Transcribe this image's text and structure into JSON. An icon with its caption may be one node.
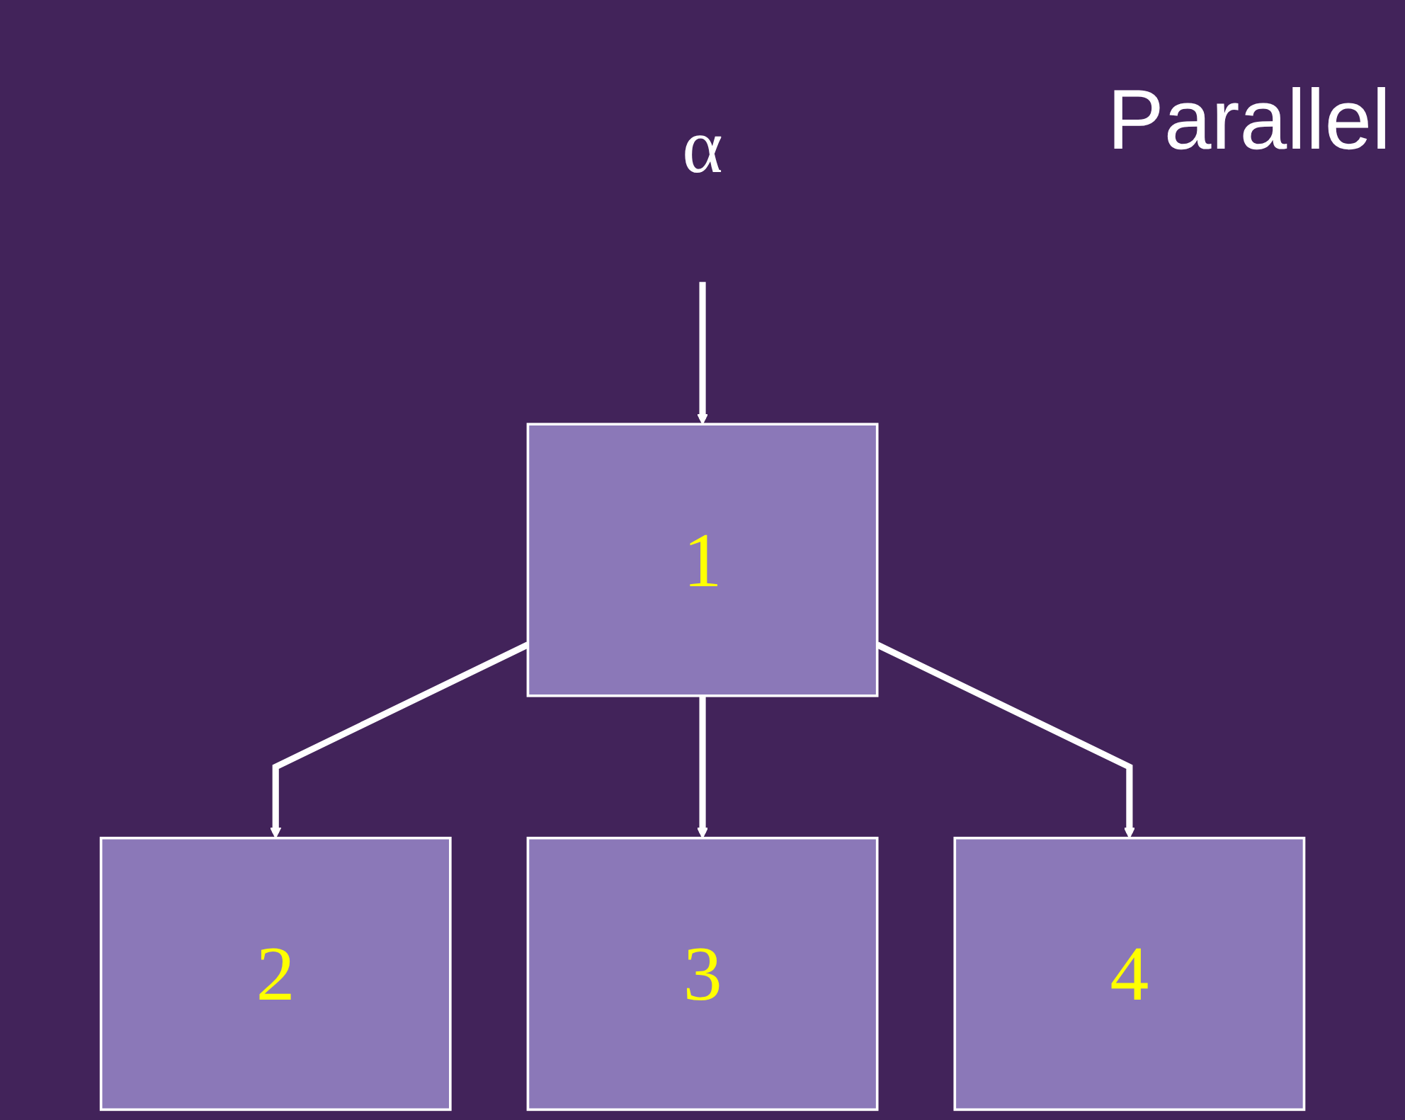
{
  "diagram": {
    "nodes": [
      {
        "text": [
          "α"
        ]
      },
      {
        "text": [
          "1"
        ]
      },
      {
        "text": [
          "2"
        ]
      },
      {
        "text": [
          "3"
        ]
      },
      {
        "text": [
          "4"
        ]
      }
    ],
    "edges": [
      {
        "from": 0,
        "to": 1,
        "arrow": "to"
      },
      {
        "from": 1,
        "to": 2,
        "arrow": "to"
      },
      {
        "from": 1,
        "to": 3,
        "arrow": "to"
      },
      {
        "from": 1,
        "to": 4,
        "arrow": "to"
      }
    ],
    "labels": [
      "Parallel"
    ]
  }
}
